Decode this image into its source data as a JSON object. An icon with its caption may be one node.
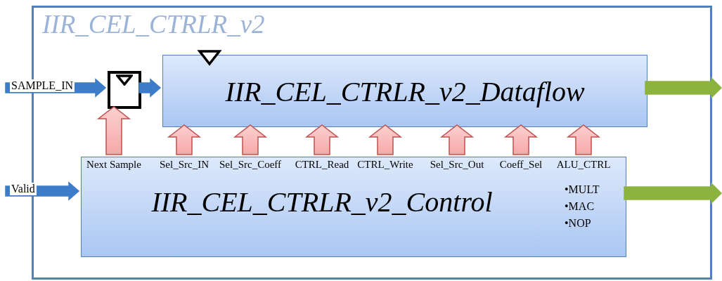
{
  "diagram": {
    "nodes": [
      {
        "text": [
          "IIR_CEL_CTRLR_v2"
        ]
      },
      {
        "text": [
          "IIR_CEL_CTRLR_v2_Dataflow"
        ],
        "in": 0
      },
      {
        "text": [],
        "shape": "box",
        "in": 0
      },
      {
        "text": [
          "IIR_CEL_CTRLR_v2_Control"
        ],
        "in": 0
      }
    ],
    "edges": [
      {
        "from": null,
        "to": 2,
        "arrow": "to",
        "label": "SAMPLE_IN",
        "color": "#3d7cc9"
      },
      {
        "from": 2,
        "to": 1,
        "arrow": "to",
        "color": "#3d7cc9"
      },
      {
        "from": 3,
        "to": 2,
        "arrow": "to",
        "label": "Next Sample"
      },
      {
        "from": 3,
        "to": 1,
        "arrow": "to",
        "label": "Sel_Src_IN"
      },
      {
        "from": 3,
        "to": 1,
        "arrow": "to",
        "label": "Sel_Src_Coeff"
      },
      {
        "from": 3,
        "to": 1,
        "arrow": "to",
        "label": "CTRL_Read"
      },
      {
        "from": 3,
        "to": 1,
        "arrow": "to",
        "label": "CTRL_Write"
      },
      {
        "from": 3,
        "to": 1,
        "arrow": "to",
        "label": "Sel_Src_Out"
      },
      {
        "from": 3,
        "to": 1,
        "arrow": "to",
        "label": "Coeff_Sel"
      },
      {
        "from": 3,
        "to": 1,
        "arrow": "to",
        "label": "ALU_CTRL"
      },
      {
        "from": null,
        "to": 3,
        "arrow": "to",
        "label": "Valid",
        "color": "#3d7cc9"
      },
      {
        "from": 1,
        "to": null,
        "arrow": "to",
        "color": "#8db33f"
      },
      {
        "from": 3,
        "to": null,
        "arrow": "to",
        "color": "#8db33f"
      }
    ],
    "labels": [
      "•MULT",
      "•MAC",
      "•NOP"
    ]
  }
}
